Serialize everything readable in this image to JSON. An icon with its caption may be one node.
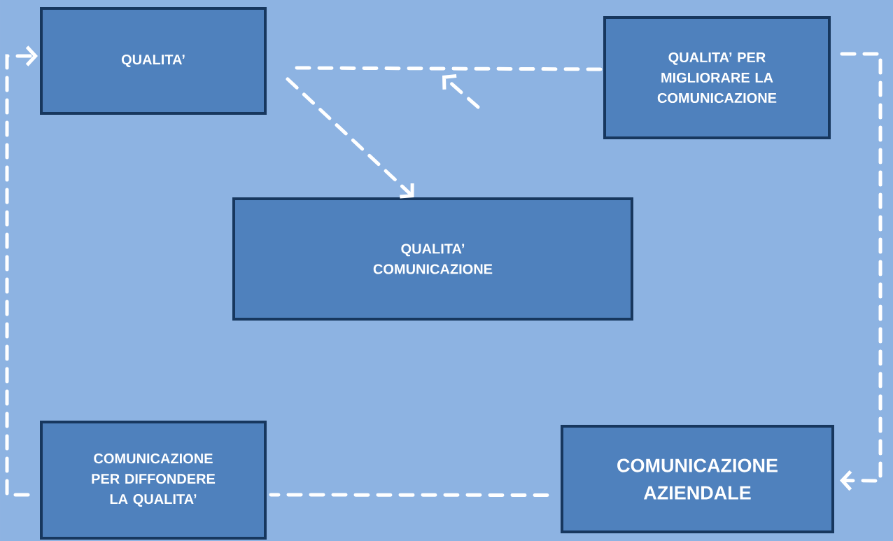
{
  "diagram": {
    "nodes": [
      {
        "text": [
          "QUALITA’"
        ]
      },
      {
        "text": [
          "QUALITA’ PER MIGLIORARE LA COMUNICAZIONE"
        ]
      },
      {
        "text": [
          "QUALITA’ COMUNICAZIONE"
        ]
      },
      {
        "text": [
          "COMUNICAZIONE PER DIFFONDERE LA QUALITA’"
        ]
      },
      {
        "text": [
          "COMUNICAZIONE AZIENDALE"
        ]
      }
    ],
    "edges": [
      {
        "from": 0,
        "to": 2,
        "arrow": "to",
        "style": "dashed"
      },
      {
        "from": 1,
        "to": 0,
        "arrow": "none",
        "style": "dashed"
      },
      {
        "from": 1,
        "to": 4,
        "arrow": "to",
        "style": "dashed"
      },
      {
        "from": 4,
        "to": 3,
        "arrow": "none",
        "style": "dashed"
      },
      {
        "from": 3,
        "to": 0,
        "arrow": "to",
        "style": "dashed"
      }
    ]
  }
}
